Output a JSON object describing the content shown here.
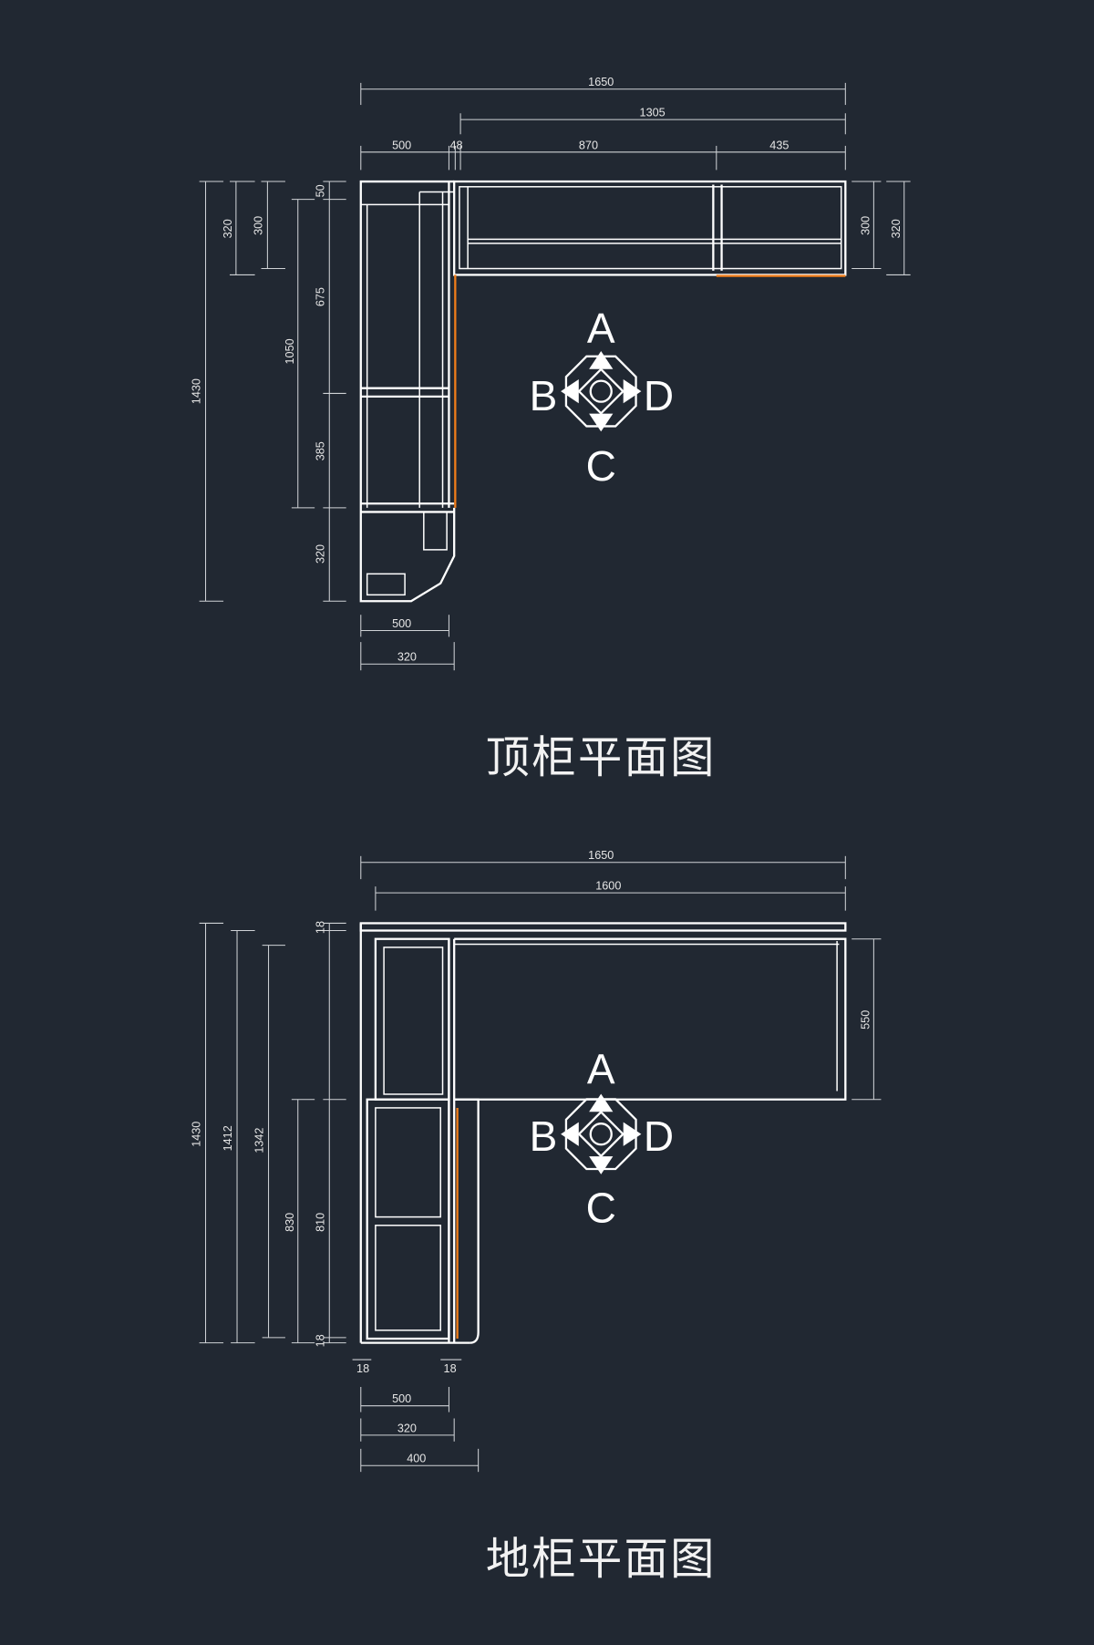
{
  "colors": {
    "background": "#212832",
    "line": "#ffffff",
    "dimension": "#cfd2d6",
    "accent": "#f07d1a"
  },
  "top_plan": {
    "title": "顶柜平面图",
    "compass": {
      "a": "A",
      "b": "B",
      "c": "C",
      "d": "D"
    },
    "dims": {
      "total_width": "1650",
      "upper_run": "1305",
      "w_500": "500",
      "w_48": "48",
      "w_870": "870",
      "w_435": "435",
      "total_depth": "1430",
      "l_320": "320",
      "l_300": "300",
      "l_1050": "1050",
      "h_50": "50",
      "h_675": "675",
      "h_385": "385",
      "h_320": "320",
      "r_300": "300",
      "r_320": "320",
      "b_500": "500",
      "b_320": "320"
    }
  },
  "bottom_plan": {
    "title": "地柜平面图",
    "compass": {
      "a": "A",
      "b": "B",
      "c": "C",
      "d": "D"
    },
    "dims": {
      "total_width": "1650",
      "inner_width": "1600",
      "h_1430": "1430",
      "h_1412": "1412",
      "h_1342": "1342",
      "h_830": "830",
      "h_810": "810",
      "h_18_top": "18",
      "h_18_bottom": "18",
      "r_550": "550",
      "b_18_left": "18",
      "b_18_right": "18",
      "b_500": "500",
      "b_320": "320",
      "b_400": "400"
    }
  }
}
